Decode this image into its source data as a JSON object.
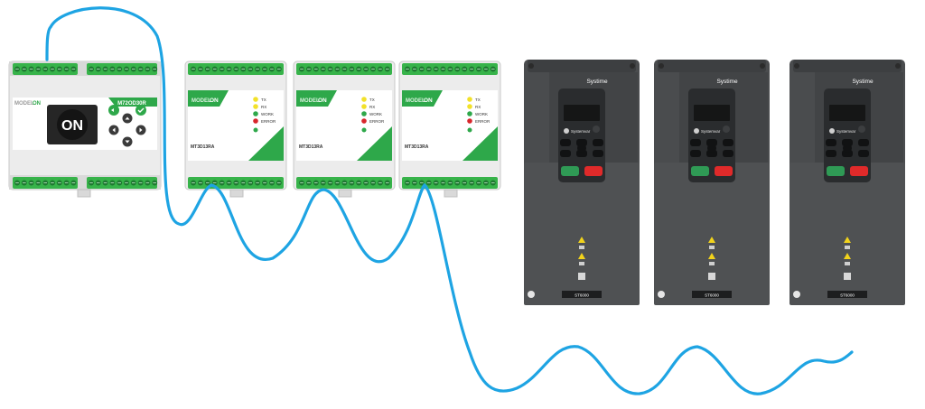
{
  "controller": {
    "brand_left": "MODEL",
    "brand_right": "ON",
    "model": "M72OD30R",
    "screen_text": "ON"
  },
  "modules": [
    {
      "brand_left": "MODEL",
      "brand_right": "ON",
      "model": "MT3D13RA",
      "leds": [
        "TX",
        "RX",
        "WORK",
        "ERROR"
      ]
    },
    {
      "brand_left": "MODEL",
      "brand_right": "ON",
      "model": "MT3D13RA",
      "leds": [
        "TX",
        "RX",
        "WORK",
        "ERROR"
      ]
    },
    {
      "brand_left": "MODEL",
      "brand_right": "ON",
      "model": "MT3D13RA",
      "leds": [
        "TX",
        "RX",
        "WORK",
        "ERROR"
      ]
    }
  ],
  "drives": [
    {
      "brand": "Systime",
      "keypad_logo": "Systemvar",
      "model": "ST6000"
    },
    {
      "brand": "Systime",
      "keypad_logo": "Systemvar",
      "model": "ST6000"
    },
    {
      "brand": "Systime",
      "keypad_logo": "Systemvar",
      "model": "ST6000"
    }
  ],
  "colors": {
    "cable": "#1ea4e3",
    "module_green": "#2ea84a",
    "led_tx": "#f2e12a",
    "led_rx": "#f2e12a",
    "led_work": "#2ea84a",
    "led_error": "#d8262c",
    "drive_body": "#4a4c4e",
    "keypad_green": "#2f9a55",
    "keypad_red": "#e02a2a"
  }
}
